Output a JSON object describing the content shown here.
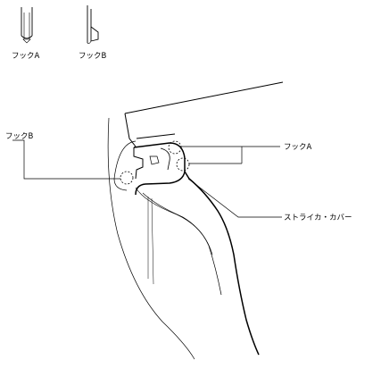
{
  "labels": {
    "hook_a_icon": "フックA",
    "hook_b_icon": "フックB",
    "hook_b_callout": "フックB",
    "hook_a_callout": "フックA",
    "striker_cover_callout": "ストライカ・カバー"
  },
  "colors": {
    "line": "#000000",
    "background": "#ffffff"
  }
}
